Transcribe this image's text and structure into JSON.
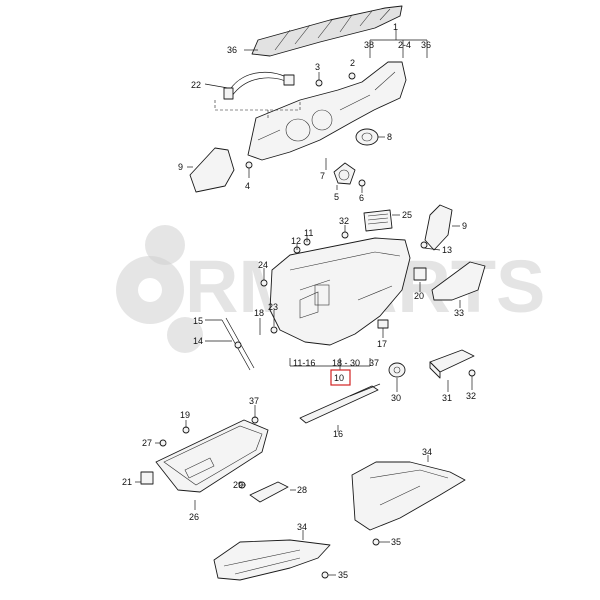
{
  "watermark": {
    "brand": "RMPARTS"
  },
  "colors": {
    "line": "#1a1a1a",
    "part_fill": "#f4f4f4",
    "highlight": "#d22323",
    "watermark": "#cfcfcf"
  },
  "callouts": {
    "c1": "1",
    "c2_4": "2-4",
    "c36": "36",
    "c38": "38",
    "c3": "3",
    "c2": "2",
    "c22": "22",
    "c36b": "36",
    "c8": "8",
    "c9": "9",
    "c4": "4",
    "c7": "7",
    "c5": "5",
    "c6": "6",
    "c32": "32",
    "c25": "25",
    "c9b": "9",
    "c13": "13",
    "c11": "11",
    "c12": "12",
    "c24": "24",
    "c20": "20",
    "c33": "33",
    "c15": "15",
    "c23": "23",
    "c18": "18",
    "c14": "14",
    "c17": "17",
    "c11_16": "11-16",
    "c18_30": "18 - 30",
    "c37": "37",
    "c10": "10",
    "c30": "30",
    "c31": "31",
    "c32b": "32",
    "c37b": "37",
    "c19": "19",
    "c16": "16",
    "c27": "27",
    "c21": "21",
    "c26": "26",
    "c29": "29",
    "c28": "28",
    "c34": "34",
    "c35": "35",
    "c34b": "34",
    "c35b": "35"
  }
}
